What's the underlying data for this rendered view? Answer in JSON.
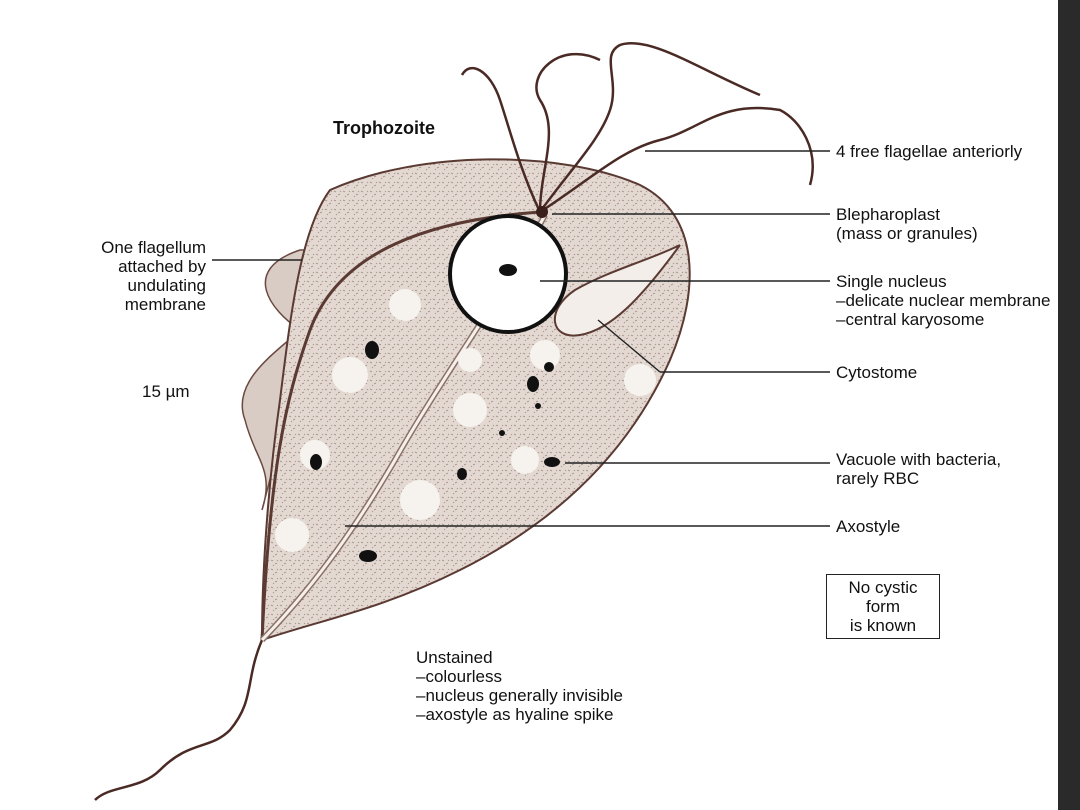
{
  "title": "Trophozoite",
  "left_labels": {
    "flagellum": [
      "One flagellum",
      "attached by",
      "undulating",
      "membrane"
    ],
    "scale": "15 µm"
  },
  "right_labels": {
    "flagellae": [
      "4 free flagellae anteriorly"
    ],
    "blepharoplast": [
      "Blepharoplast",
      "(mass or granules)"
    ],
    "nucleus": [
      "Single nucleus",
      "–delicate nuclear membrane",
      "–central karyosome"
    ],
    "cytostome": [
      "Cytostome"
    ],
    "vacuole": [
      "Vacuole with bacteria,",
      "rarely RBC"
    ],
    "axostyle": [
      "Axostyle"
    ]
  },
  "box_note": [
    "No cystic",
    "form",
    "is known"
  ],
  "unstained": [
    "Unstained",
    "–colourless",
    "–nucleus generally invisible",
    "–axostyle as hyaline spike"
  ],
  "colors": {
    "body_fill": "#ddd2cb",
    "body_stroke": "#5a3a32",
    "flagella": "#4a2a24",
    "membrane_fill": "#e6dcd6",
    "leader": "#222222"
  }
}
